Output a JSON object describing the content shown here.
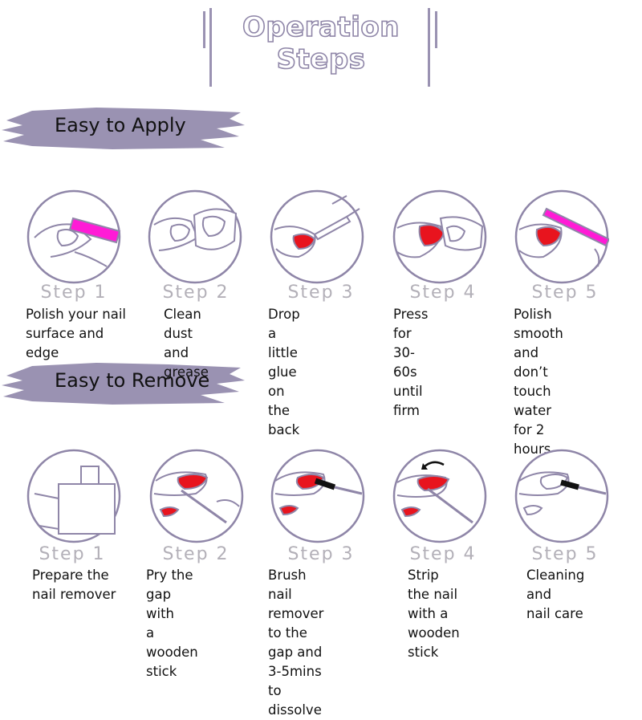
{
  "header": {
    "title": "Operation Steps"
  },
  "apply": {
    "heading": "Easy to Apply",
    "steps": [
      {
        "label": "Step 1",
        "text": "Polish your nail\nsurface and edge"
      },
      {
        "label": "Step 2",
        "text": "Clean dust\nand grease"
      },
      {
        "label": "Step 3",
        "text": "Drop a little glue\non the back"
      },
      {
        "label": "Step 4",
        "text": "Press for 30-60s\nuntil firm"
      },
      {
        "label": "Step 5",
        "text": "Polish smooth and\ndon’t touch water\nfor 2 hours"
      }
    ]
  },
  "remove": {
    "heading": "Easy to Remove",
    "steps": [
      {
        "label": "Step 1",
        "text": "Prepare the\nnail remover"
      },
      {
        "label": "Step 2",
        "text": "Pry the gap with\na wooden stick"
      },
      {
        "label": "Step 3",
        "text": "Brush nail remover\nto the gap and\n3-5mins to dissolve"
      },
      {
        "label": "Step 4",
        "text": "Strip the nail\nwith a wooden\nstick"
      },
      {
        "label": "Step 5",
        "text": "Cleaning and\nnail care"
      }
    ]
  },
  "colors": {
    "accent": "#9a92b2",
    "nail_red": "#e8141e",
    "nail_pink": "#ff1bd6",
    "outline": "#8f86a8",
    "step_gray": "#b3b0b8"
  }
}
